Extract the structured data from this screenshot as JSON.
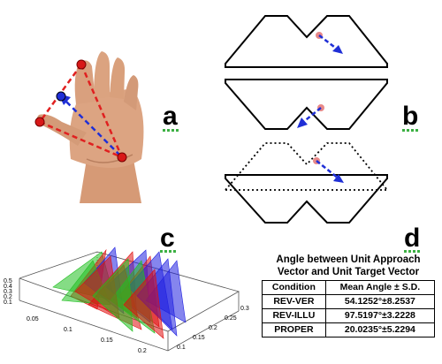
{
  "panel_labels": {
    "a": "a",
    "b": "b",
    "c": "c",
    "d": "d"
  },
  "colors": {
    "triangle_edge": "#e02020",
    "approach_vector": "#1f2fd6",
    "marker_red": "#d81818",
    "marker_blue": "#1f2fd6",
    "touch_point": "#e88888",
    "skin": "#d9a07c"
  },
  "panel_c_axes": {
    "z_ticks": [
      "0.5",
      "0.4",
      "0.3",
      "0.2",
      "0.1"
    ],
    "x_ticks": [
      "0.05",
      "0.1",
      "0.15",
      "0.2"
    ],
    "y_ticks": [
      "0.1",
      "0.15",
      "0.2",
      "0.25",
      "0.3"
    ],
    "series_colors": [
      "#e01010",
      "#20c020",
      "#2020e0"
    ]
  },
  "table": {
    "title_line1": "Angle between Unit Approach",
    "title_line2": "Vector and Unit Target Vector",
    "header": {
      "condition": "Condition",
      "mean": "Mean Angle ± S.D."
    },
    "rows": [
      {
        "condition": "REV-VER",
        "mean": "54.1252°±8.2537"
      },
      {
        "condition": "REV-ILLU",
        "mean": "97.5197°±3.2228"
      },
      {
        "condition": "PROPER",
        "mean": "20.0235°±5.2294"
      }
    ]
  }
}
